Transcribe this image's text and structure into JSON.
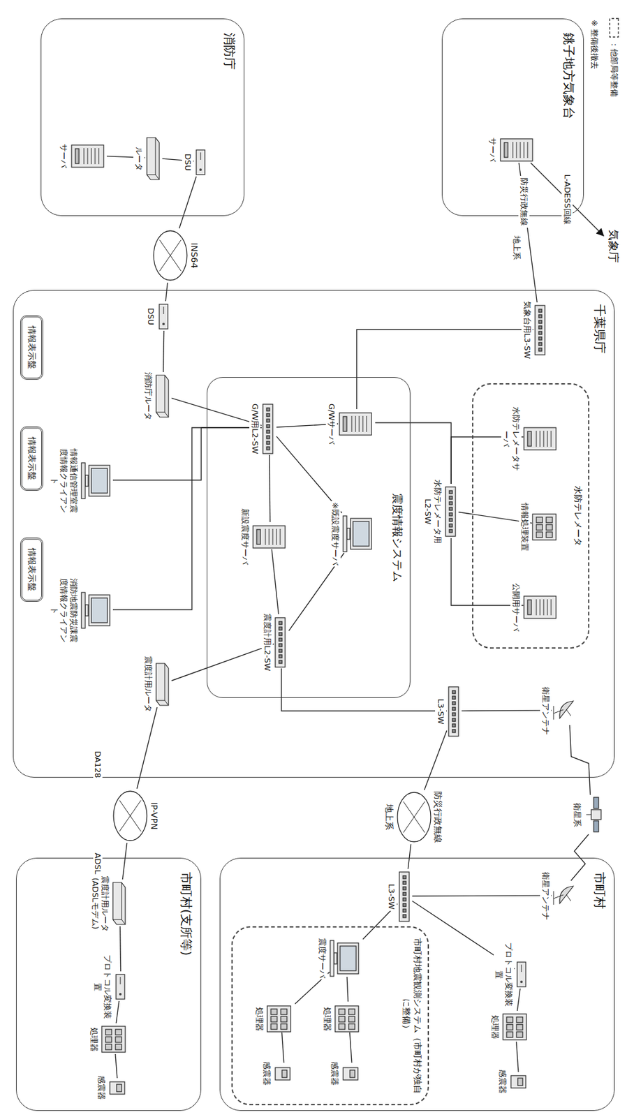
{
  "diagram": {
    "nodes": [
      {
        "text": [
          "気象庁"
        ]
      },
      {
        "text": [
          "銚子地方気象台"
        ]
      },
      {
        "text": [
          "サーバ"
        ],
        "in": 1
      },
      {
        "text": [
          "消防庁"
        ]
      },
      {
        "text": [
          "DSU"
        ],
        "in": 3
      },
      {
        "text": [
          "ルータ"
        ],
        "in": 3
      },
      {
        "text": [
          "サーバ"
        ],
        "in": 3
      },
      {
        "text": [
          "千葉県庁"
        ]
      },
      {
        "text": [
          "水防テレメータ"
        ],
        "in": 7
      },
      {
        "text": [
          "水防テレメータサーバ"
        ],
        "in": 8
      },
      {
        "text": [
          "情報処理装置"
        ],
        "in": 8
      },
      {
        "text": [
          "公開用サーバ"
        ],
        "in": 8
      },
      {
        "text": [
          "水防テレメータ用L2-SW"
        ],
        "in": 7
      },
      {
        "text": [
          "衛星アンテナ"
        ],
        "in": 7
      },
      {
        "text": [
          "L3-SW"
        ],
        "in": 7
      },
      {
        "text": [
          "気象台用L3-SW"
        ],
        "in": 7
      },
      {
        "text": [
          "震度情報システム"
        ],
        "in": 7
      },
      {
        "text": [
          "※既設震度サーバ"
        ],
        "in": 16
      },
      {
        "text": [
          "G/Wサーバ"
        ],
        "in": 16
      },
      {
        "text": [
          "震度計用L2-SW"
        ],
        "in": 16
      },
      {
        "text": [
          "新設震度サーバ"
        ],
        "in": 16
      },
      {
        "text": [
          "G/W用L2-SW"
        ],
        "in": 16
      },
      {
        "text": [
          "DSU"
        ],
        "in": 7
      },
      {
        "text": [
          "消防庁ルータ"
        ],
        "in": 7
      },
      {
        "text": [
          "震度計用ルータ"
        ],
        "in": 7
      },
      {
        "text": [
          "消防地震防災課震度情報クライアント"
        ],
        "in": 7
      },
      {
        "text": [
          "情報通信管理室震度情報クライアント"
        ],
        "in": 7
      },
      {
        "text": [
          "情報表示盤"
        ],
        "in": 7
      },
      {
        "text": [
          "情報表示盤"
        ],
        "in": 7
      },
      {
        "text": [
          "情報表示盤"
        ],
        "in": 7
      },
      {
        "text": [
          "防災行政無線",
          "地上系"
        ]
      },
      {
        "text": [
          "衛星系"
        ]
      },
      {
        "text": [
          "IP-VPN"
        ]
      },
      {
        "text": [
          "INS64"
        ]
      },
      {
        "text": [
          "市町村"
        ]
      },
      {
        "text": [
          "衛星アンテナ"
        ],
        "in": 34
      },
      {
        "text": [
          "L3-SW"
        ],
        "in": 34
      },
      {
        "text": [
          "プロトコル変換装置"
        ],
        "in": 34
      },
      {
        "text": [
          "処理器"
        ],
        "in": 34
      },
      {
        "text": [
          "感震器"
        ],
        "in": 34
      },
      {
        "text": [
          "市町村地震観測システム（市町村が独自に整備）"
        ],
        "in": 34
      },
      {
        "text": [
          "震度サーバ"
        ],
        "in": 40
      },
      {
        "text": [
          "処理器"
        ],
        "in": 40
      },
      {
        "text": [
          "処理器"
        ],
        "in": 40
      },
      {
        "text": [
          "感震器"
        ],
        "in": 40
      },
      {
        "text": [
          "感震器"
        ],
        "in": 40
      },
      {
        "text": [
          "市町村(支所等)"
        ]
      },
      {
        "text": [
          "震度計用ルータ(ADSLモデム)"
        ],
        "in": 46
      },
      {
        "text": [
          "プロトコル変換装置"
        ],
        "in": 46
      },
      {
        "text": [
          "処理器"
        ],
        "in": 46
      },
      {
        "text": [
          "感震器"
        ],
        "in": 46
      }
    ],
    "edges": [
      {
        "from": 2,
        "to": 0,
        "arrow": "to",
        "label": "L-ADESS回線"
      },
      {
        "from": 15,
        "to": 2,
        "arrow": "none",
        "label": "防災行政無線"
      },
      {
        "from": 6,
        "to": 5,
        "arrow": "none"
      },
      {
        "from": 5,
        "to": 4,
        "arrow": "none"
      },
      {
        "from": 4,
        "to": 33,
        "arrow": "none"
      },
      {
        "from": 33,
        "to": 22,
        "arrow": "none"
      },
      {
        "from": 22,
        "to": 23,
        "arrow": "none"
      },
      {
        "from": 23,
        "to": 21,
        "arrow": "none"
      },
      {
        "from": 9,
        "to": 12,
        "arrow": "none"
      },
      {
        "from": 10,
        "to": 12,
        "arrow": "none"
      },
      {
        "from": 11,
        "to": 12,
        "arrow": "none"
      },
      {
        "from": 12,
        "to": 18,
        "arrow": "none"
      },
      {
        "from": 15,
        "to": 18,
        "arrow": "none"
      },
      {
        "from": 18,
        "to": 21,
        "arrow": "none"
      },
      {
        "from": 17,
        "to": 21,
        "arrow": "none"
      },
      {
        "from": 17,
        "to": 19,
        "arrow": "none"
      },
      {
        "from": 21,
        "to": 20,
        "arrow": "none"
      },
      {
        "from": 20,
        "to": 19,
        "arrow": "none"
      },
      {
        "from": 14,
        "to": 19,
        "arrow": "none"
      },
      {
        "from": 19,
        "to": 24,
        "arrow": "none"
      },
      {
        "from": 26,
        "to": 21,
        "arrow": "none"
      },
      {
        "from": 25,
        "to": 21,
        "arrow": "none"
      },
      {
        "from": 31,
        "to": 13,
        "arrow": "none"
      },
      {
        "from": 31,
        "to": 35,
        "arrow": "none"
      },
      {
        "from": 14,
        "to": 30,
        "arrow": "none"
      },
      {
        "from": 30,
        "to": 36,
        "arrow": "none"
      },
      {
        "from": 13,
        "to": 14,
        "arrow": "none"
      },
      {
        "from": 24,
        "to": 32,
        "arrow": "none"
      },
      {
        "from": 32,
        "to": 47,
        "arrow": "none"
      },
      {
        "from": 35,
        "to": 36,
        "arrow": "none"
      },
      {
        "from": 36,
        "to": 37,
        "arrow": "none"
      },
      {
        "from": 36,
        "to": 41,
        "arrow": "none"
      },
      {
        "from": 37,
        "to": 38,
        "arrow": "none"
      },
      {
        "from": 38,
        "to": 39,
        "arrow": "none"
      },
      {
        "from": 41,
        "to": 42,
        "arrow": "none"
      },
      {
        "from": 41,
        "to": 43,
        "arrow": "none"
      },
      {
        "from": 42,
        "to": 44,
        "arrow": "none"
      },
      {
        "from": 43,
        "to": 45,
        "arrow": "none"
      },
      {
        "from": 47,
        "to": 48,
        "arrow": "none"
      },
      {
        "from": 48,
        "to": 49,
        "arrow": "none"
      },
      {
        "from": 49,
        "to": 50,
        "arrow": "none"
      }
    ],
    "labels": [
      "※ 整備後撤去",
      "地上系",
      "DA128",
      "ADSL"
    ],
    "legend": [
      {
        "text": "：他部局等整備"
      }
    ]
  }
}
